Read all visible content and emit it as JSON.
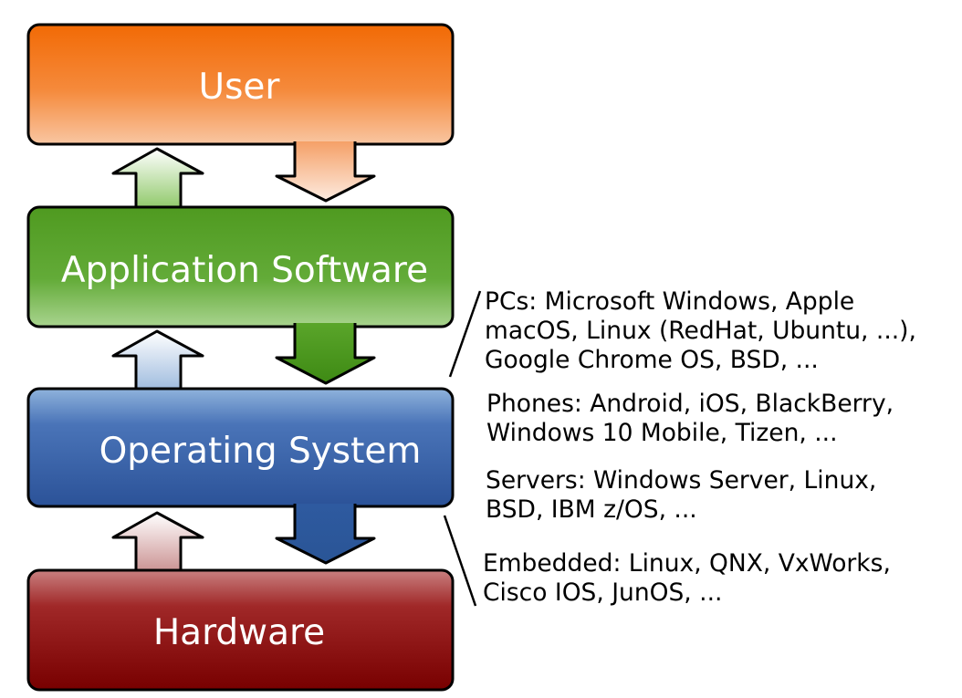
{
  "layers": [
    {
      "key": "user",
      "label": "User"
    },
    {
      "key": "application",
      "label": "Application Software"
    },
    {
      "key": "os",
      "label": "Operating System"
    },
    {
      "key": "hardware",
      "label": "Hardware"
    }
  ],
  "notes": {
    "pcs": [
      "PCs: Microsoft Windows, Apple",
      "macOS, Linux (RedHat, Ubuntu, ...),",
      "Google Chrome OS, BSD, ..."
    ],
    "phones": [
      "Phones: Android, iOS, BlackBerry,",
      "Windows 10 Mobile, Tizen, ..."
    ],
    "servers": [
      "Servers: Windows Server, Linux,",
      "BSD, IBM z/OS, ..."
    ],
    "embedded": [
      "Embedded: Linux, QNX, VxWorks,",
      "Cisco IOS, JunOS, ..."
    ]
  },
  "colors": {
    "user": "#f26a05",
    "application": "#4f9a20",
    "os": "#2f5aa0",
    "hardware": "#8a0000"
  }
}
